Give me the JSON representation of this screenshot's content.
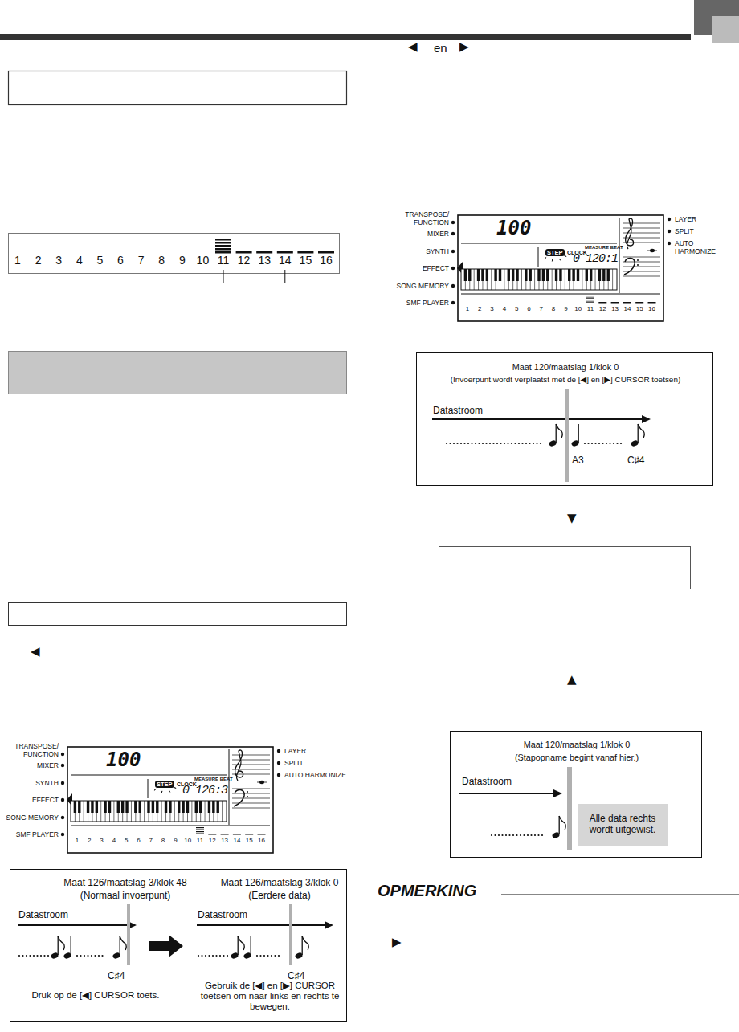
{
  "diagram": {
    "nodes": [
      {
        "text": [
          "Maat 126/maatslag 3/klok 48",
          "(Normaal invoerpunt)",
          "Maat 126/maatslag 3/klok 0",
          "(Eerdere data)",
          "Datastroom",
          "Datastroom",
          "C♯4",
          "C♯4",
          "Druk op de [◀] CURSOR toets.",
          "Gebruik de [◀] en [▶] CURSOR toetsen om naar links en rechts te bewegen."
        ]
      },
      {
        "text": [
          "Maat 120/maatslag 1/klok 0",
          "(Invoerpunt wordt verplaatst met de [◀] en [▶] CURSOR toetsen)",
          "Datastroom",
          "A3",
          "C♯4"
        ]
      },
      {
        "text": [
          "Maat 120/maatslag 1/klok 0",
          "(Stapopname begint vanaf hier.)",
          "Datastroom"
        ]
      },
      {
        "text": [
          "Alle data rechts wordt uitgewist."
        ],
        "in": 2
      }
    ],
    "labels": [
      "1",
      "2",
      "3",
      "4",
      "5",
      "6",
      "7",
      "8",
      "9",
      "10",
      "11",
      "12",
      "13",
      "14",
      "15",
      "16",
      "TRANSPOSE/ FUNCTION",
      "MIXER",
      "SYNTH",
      "EFFECT",
      "SONG MEMORY",
      "SMF PLAYER",
      "100",
      "STEP",
      "CLOCK",
      "MEASURE BEAT",
      "0 126:3",
      "LAYER",
      "SPLIT",
      "AUTO HARMONIZE",
      "1",
      "2",
      "3",
      "4",
      "5",
      "6",
      "7",
      "8",
      "9",
      "10",
      "11",
      "12",
      "13",
      "14",
      "15",
      "16",
      "◀",
      "◀",
      "en",
      "▶",
      "TRANSPOSE/ FUNCTION",
      "MIXER",
      "SYNTH",
      "EFFECT",
      "SONG MEMORY",
      "SMF PLAYER",
      "100",
      "STEP",
      "CLOCK",
      "MEASURE BEAT",
      "0 120:1",
      "LAYER",
      "SPLIT",
      "AUTO HARMONIZE",
      "1",
      "2",
      "3",
      "4",
      "5",
      "6",
      "7",
      "8",
      "9",
      "10",
      "11",
      "12",
      "13",
      "14",
      "15",
      "16",
      "▼",
      "▲",
      "OPMERKING",
      "▶"
    ]
  }
}
